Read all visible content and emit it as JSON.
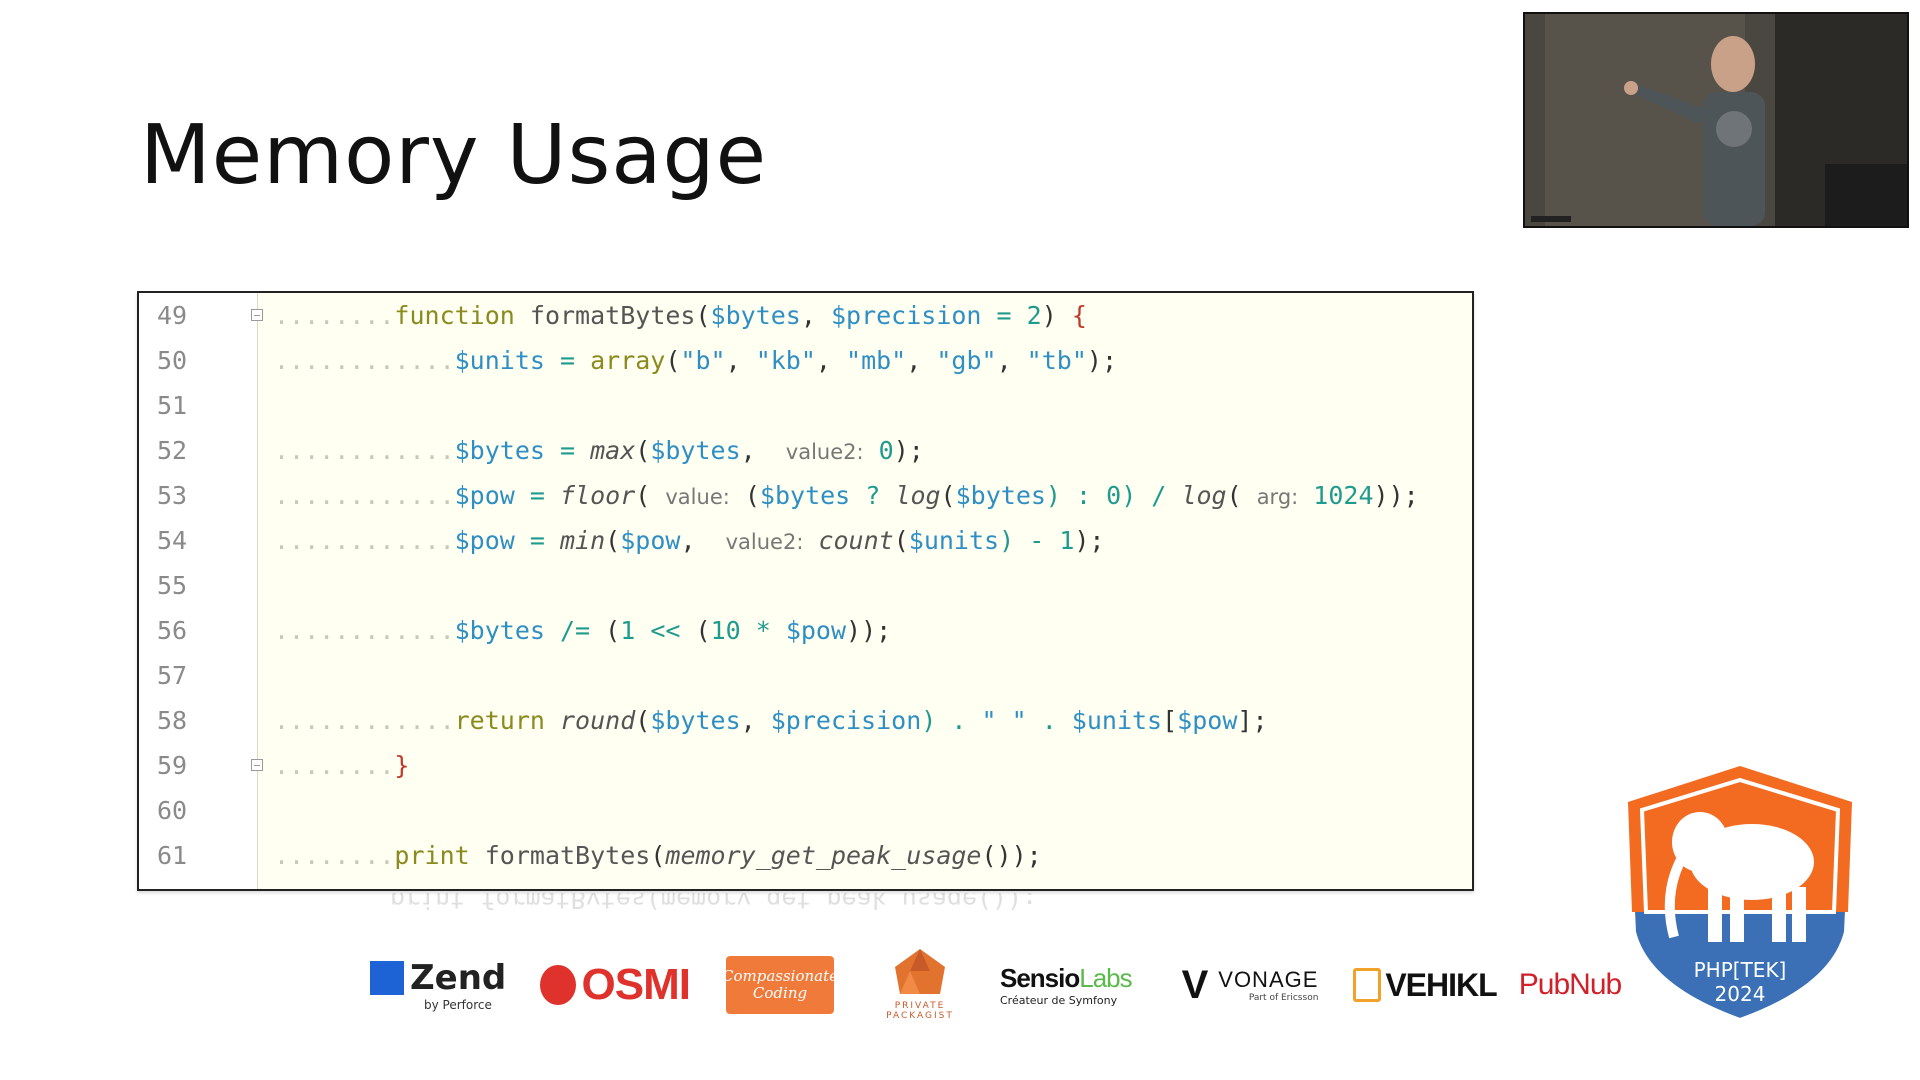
{
  "slide": {
    "title": "Memory Usage"
  },
  "code": {
    "lines": [
      {
        "num": "49",
        "indent": "........",
        "fold": true,
        "tokens": [
          {
            "t": "function",
            "c": "kw"
          },
          {
            "t": " ",
            "c": "dots"
          },
          {
            "t": "formatBytes",
            "c": "fnn"
          },
          {
            "t": "(",
            "c": ""
          },
          {
            "t": "$bytes",
            "c": "var"
          },
          {
            "t": ", ",
            "c": ""
          },
          {
            "t": "$precision",
            "c": "var"
          },
          {
            "t": " = ",
            "c": "op"
          },
          {
            "t": "2",
            "c": "num"
          },
          {
            "t": ") ",
            "c": ""
          },
          {
            "t": "{",
            "c": "brace"
          }
        ]
      },
      {
        "num": "50",
        "indent": "............",
        "fold": false,
        "tokens": [
          {
            "t": "$units",
            "c": "var"
          },
          {
            "t": " = ",
            "c": "op"
          },
          {
            "t": "array",
            "c": "kw"
          },
          {
            "t": "(",
            "c": ""
          },
          {
            "t": "\"b\"",
            "c": "str"
          },
          {
            "t": ", ",
            "c": ""
          },
          {
            "t": "\"kb\"",
            "c": "str"
          },
          {
            "t": ", ",
            "c": ""
          },
          {
            "t": "\"mb\"",
            "c": "str"
          },
          {
            "t": ", ",
            "c": ""
          },
          {
            "t": "\"gb\"",
            "c": "str"
          },
          {
            "t": ", ",
            "c": ""
          },
          {
            "t": "\"tb\"",
            "c": "str"
          },
          {
            "t": ");",
            "c": ""
          }
        ]
      },
      {
        "num": "51",
        "indent": "",
        "fold": false,
        "tokens": []
      },
      {
        "num": "52",
        "indent": "............",
        "fold": false,
        "tokens": [
          {
            "t": "$bytes",
            "c": "var"
          },
          {
            "t": " = ",
            "c": "op"
          },
          {
            "t": "max",
            "c": "fn"
          },
          {
            "t": "(",
            "c": ""
          },
          {
            "t": "$bytes",
            "c": "var"
          },
          {
            "t": ",  ",
            "c": ""
          },
          {
            "t": "value2:",
            "c": "hint"
          },
          {
            "t": " ",
            "c": ""
          },
          {
            "t": "0",
            "c": "num"
          },
          {
            "t": ");",
            "c": ""
          }
        ]
      },
      {
        "num": "53",
        "indent": "............",
        "fold": false,
        "tokens": [
          {
            "t": "$pow",
            "c": "var"
          },
          {
            "t": " = ",
            "c": "op"
          },
          {
            "t": "floor",
            "c": "fn"
          },
          {
            "t": "( ",
            "c": ""
          },
          {
            "t": "value:",
            "c": "hint"
          },
          {
            "t": " (",
            "c": ""
          },
          {
            "t": "$bytes",
            "c": "var"
          },
          {
            "t": " ? ",
            "c": "op"
          },
          {
            "t": "log",
            "c": "fn"
          },
          {
            "t": "(",
            "c": ""
          },
          {
            "t": "$bytes",
            "c": "var"
          },
          {
            "t": ") : ",
            "c": "op"
          },
          {
            "t": "0",
            "c": "num"
          },
          {
            "t": ") / ",
            "c": "op"
          },
          {
            "t": "log",
            "c": "fn"
          },
          {
            "t": "( ",
            "c": ""
          },
          {
            "t": "arg:",
            "c": "hint"
          },
          {
            "t": " ",
            "c": ""
          },
          {
            "t": "1024",
            "c": "num"
          },
          {
            "t": "));",
            "c": ""
          }
        ]
      },
      {
        "num": "54",
        "indent": "............",
        "fold": false,
        "tokens": [
          {
            "t": "$pow",
            "c": "var"
          },
          {
            "t": " = ",
            "c": "op"
          },
          {
            "t": "min",
            "c": "fn"
          },
          {
            "t": "(",
            "c": ""
          },
          {
            "t": "$pow",
            "c": "var"
          },
          {
            "t": ",  ",
            "c": ""
          },
          {
            "t": "value2:",
            "c": "hint"
          },
          {
            "t": " ",
            "c": ""
          },
          {
            "t": "count",
            "c": "fn"
          },
          {
            "t": "(",
            "c": ""
          },
          {
            "t": "$units",
            "c": "var"
          },
          {
            "t": ") - ",
            "c": "op"
          },
          {
            "t": "1",
            "c": "num"
          },
          {
            "t": ");",
            "c": ""
          }
        ]
      },
      {
        "num": "55",
        "indent": "",
        "fold": false,
        "tokens": []
      },
      {
        "num": "56",
        "indent": "............",
        "fold": false,
        "tokens": [
          {
            "t": "$bytes",
            "c": "var"
          },
          {
            "t": " /= ",
            "c": "op"
          },
          {
            "t": "(",
            "c": ""
          },
          {
            "t": "1",
            "c": "num"
          },
          {
            "t": " << ",
            "c": "op"
          },
          {
            "t": "(",
            "c": ""
          },
          {
            "t": "10",
            "c": "num"
          },
          {
            "t": " * ",
            "c": "op"
          },
          {
            "t": "$pow",
            "c": "var"
          },
          {
            "t": "));",
            "c": ""
          }
        ]
      },
      {
        "num": "57",
        "indent": "",
        "fold": false,
        "tokens": []
      },
      {
        "num": "58",
        "indent": "............",
        "fold": false,
        "tokens": [
          {
            "t": "return",
            "c": "kw"
          },
          {
            "t": " ",
            "c": ""
          },
          {
            "t": "round",
            "c": "fn"
          },
          {
            "t": "(",
            "c": ""
          },
          {
            "t": "$bytes",
            "c": "var"
          },
          {
            "t": ", ",
            "c": ""
          },
          {
            "t": "$precision",
            "c": "var"
          },
          {
            "t": ") . ",
            "c": "op"
          },
          {
            "t": "\" \"",
            "c": "str"
          },
          {
            "t": " . ",
            "c": "op"
          },
          {
            "t": "$units",
            "c": "var"
          },
          {
            "t": "[",
            "c": ""
          },
          {
            "t": "$pow",
            "c": "var"
          },
          {
            "t": "];",
            "c": ""
          }
        ]
      },
      {
        "num": "59",
        "indent": "........",
        "fold": true,
        "tokens": [
          {
            "t": "}",
            "c": "brace"
          }
        ]
      },
      {
        "num": "60",
        "indent": "",
        "fold": false,
        "tokens": []
      },
      {
        "num": "61",
        "indent": "........",
        "fold": false,
        "tokens": [
          {
            "t": "print",
            "c": "kw"
          },
          {
            "t": " ",
            "c": ""
          },
          {
            "t": "formatBytes",
            "c": "fnn"
          },
          {
            "t": "(",
            "c": ""
          },
          {
            "t": "memory_get_peak_usage",
            "c": "fn"
          },
          {
            "t": "());",
            "c": ""
          }
        ]
      }
    ]
  },
  "sponsors": {
    "zend": {
      "name": "Zend",
      "sub": "by Perforce"
    },
    "osmi": {
      "name": "OSMI"
    },
    "compassionate": {
      "line1": "Compassionate",
      "line2": "Coding"
    },
    "packagist": {
      "line1": "PRIVATE",
      "line2": "PACKAGIST"
    },
    "sensiolabs": {
      "name1": "Sensio",
      "name2": "Labs",
      "sub": "Créateur de Symfony"
    },
    "vonage": {
      "mark": "V",
      "name": "VONAGE",
      "sub": "Part of Ericsson"
    },
    "vehikl": {
      "name": "VEHIKL"
    },
    "pubnub": {
      "name": "PubNub"
    }
  },
  "badge": {
    "line1": "PHP[TEK]",
    "line2": "2024"
  },
  "colors": {
    "keyword": "#8a8a1e",
    "variable": "#2f8fc4",
    "number": "#1f9b8e",
    "badge_orange": "#f26b21",
    "badge_blue": "#3b6fb6"
  }
}
